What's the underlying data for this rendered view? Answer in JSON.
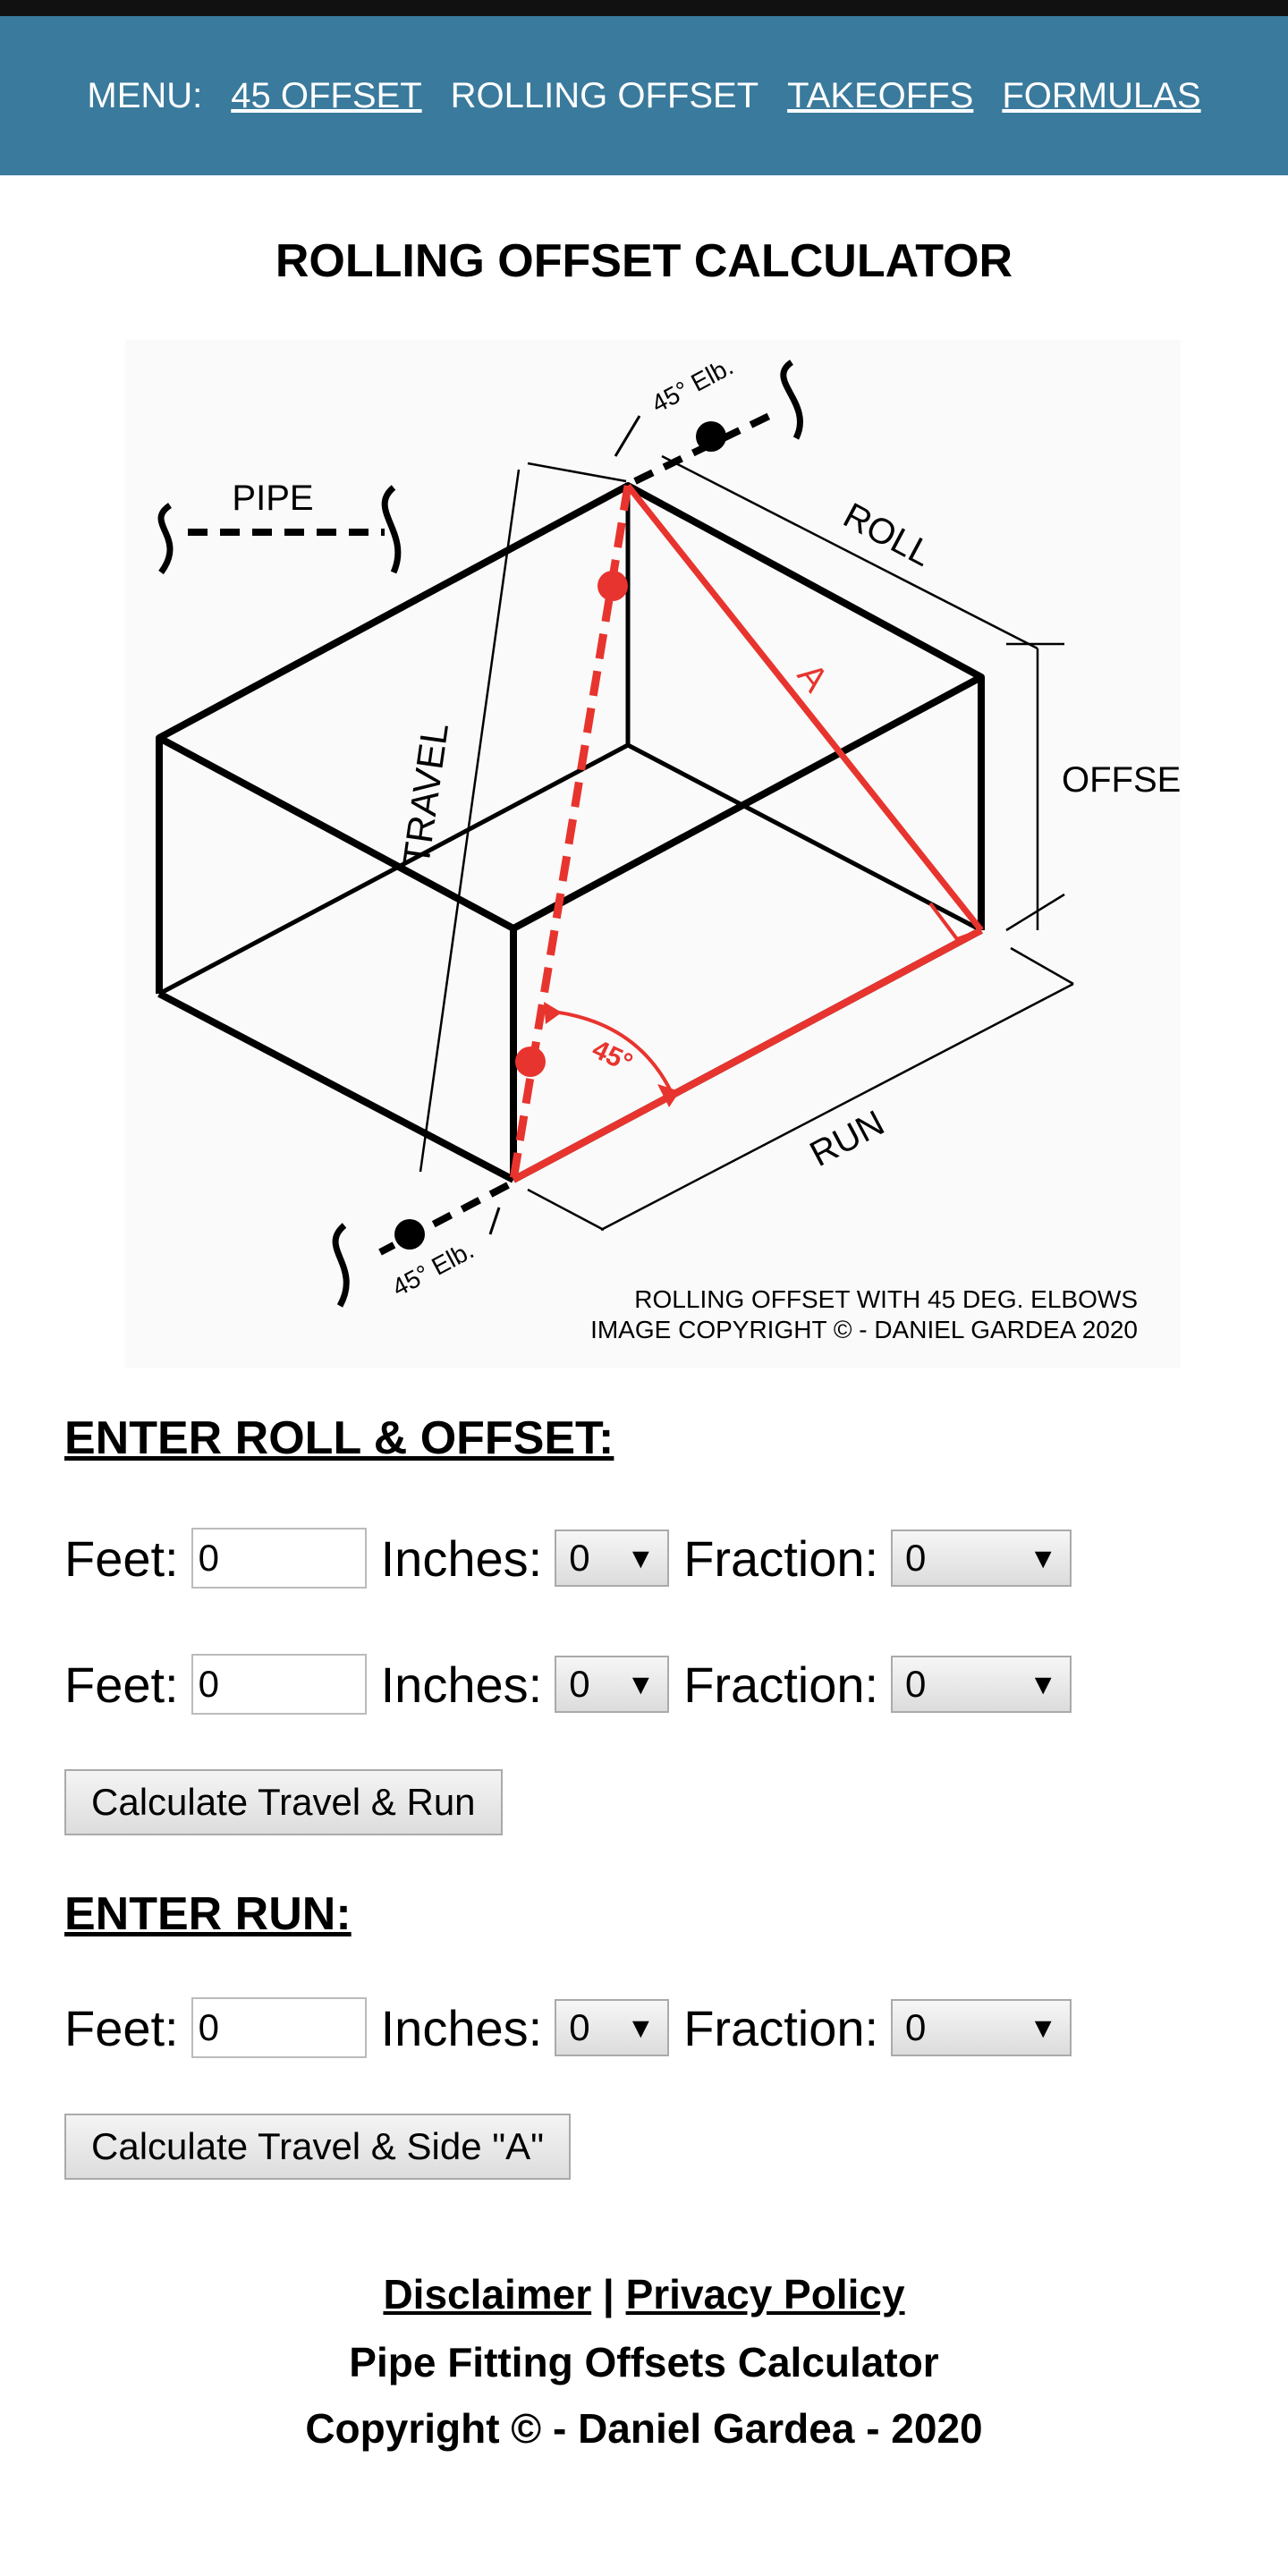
{
  "nav": {
    "menu_label": "MENU:",
    "items": [
      {
        "label": "45 OFFSET"
      },
      {
        "label": "ROLLING OFFSET"
      },
      {
        "label": "TAKEOFFS"
      },
      {
        "label": "FORMULAS"
      }
    ]
  },
  "page_title": "ROLLING OFFSET CALCULATOR",
  "diagram": {
    "pipe": "PIPE",
    "roll": "ROLL",
    "offset": "OFFSET",
    "travel": "TRAVEL",
    "run": "RUN",
    "side_a": "A",
    "angle": "45°",
    "elbow_top": "45° Elb.",
    "elbow_bottom": "45° Elb.",
    "caption_line1": "ROLLING OFFSET WITH 45 DEG. ELBOWS",
    "caption_line2": "IMAGE COPYRIGHT © - DANIEL GARDEA 2020",
    "colors": {
      "line": "#000000",
      "highlight": "#e8342e"
    }
  },
  "section1": {
    "heading": "ENTER ROLL & OFFSET:",
    "rows": [
      {
        "feet_label": "Feet:",
        "feet_value": "0",
        "inches_label": "Inches:",
        "inches_value": "0",
        "fraction_label": "Fraction:",
        "fraction_value": "0"
      },
      {
        "feet_label": "Feet:",
        "feet_value": "0",
        "inches_label": "Inches:",
        "inches_value": "0",
        "fraction_label": "Fraction:",
        "fraction_value": "0"
      }
    ],
    "button": "Calculate Travel & Run"
  },
  "section2": {
    "heading": "ENTER RUN:",
    "rows": [
      {
        "feet_label": "Feet:",
        "feet_value": "0",
        "inches_label": "Inches:",
        "inches_value": "0",
        "fraction_label": "Fraction:",
        "fraction_value": "0"
      }
    ],
    "button": "Calculate Travel & Side \"A\""
  },
  "footer": {
    "disclaimer": "Disclaimer",
    "separator": "|",
    "privacy": "Privacy Policy",
    "line2": "Pipe Fitting Offsets Calculator",
    "line3": "Copyright © - Daniel Gardea - 2020"
  },
  "colors": {
    "nav_bg": "#3a7a9c",
    "top_bar": "#111111"
  }
}
